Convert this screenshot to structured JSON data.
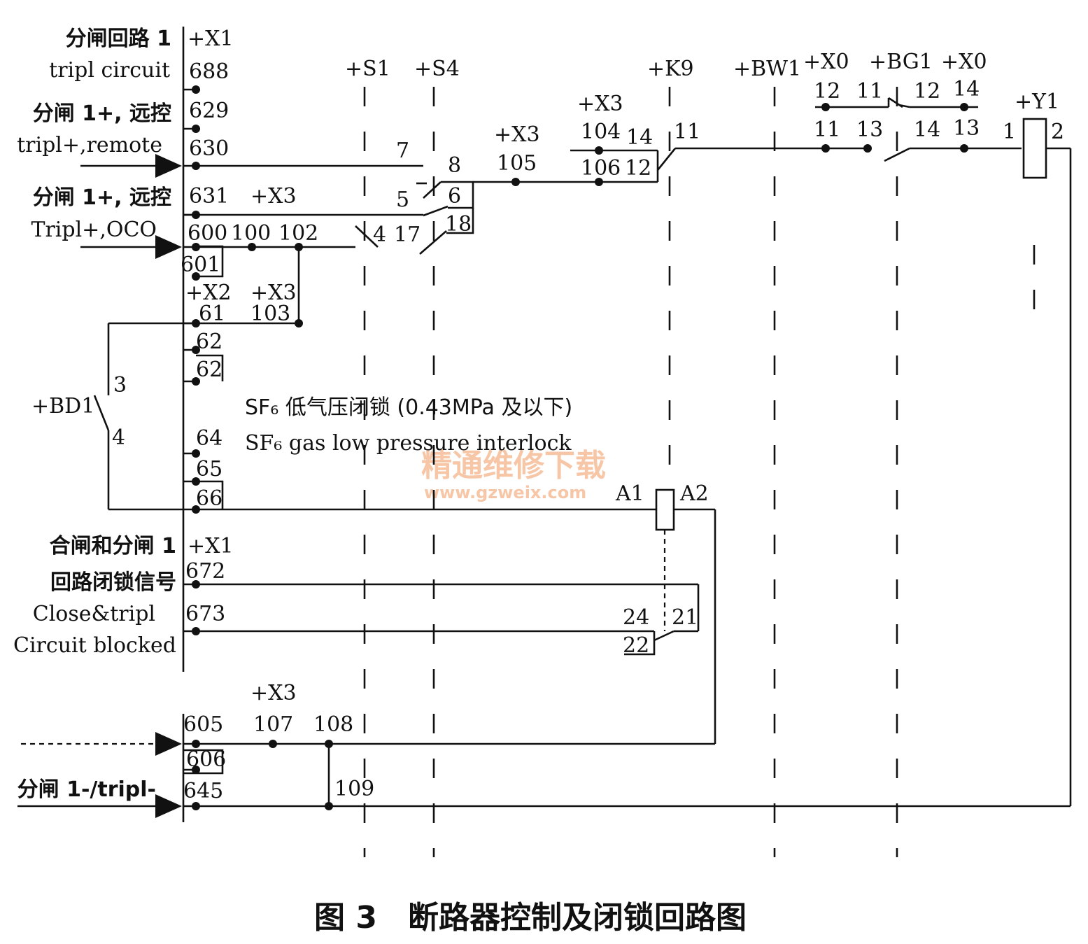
{
  "title": "图 3　断路器控制及闭锁回路图",
  "watermark": {
    "cn": "精通维修下载",
    "url": "www.gzweix.com"
  },
  "left_labels": [
    {
      "id": "trip1-cn",
      "text": "分闸回路 1"
    },
    {
      "id": "trip1-en",
      "text": "tripl circuit"
    },
    {
      "id": "trip1p-remote-cn",
      "text": "分闸 1+, 远控"
    },
    {
      "id": "trip1p-remote-en",
      "text": "tripl+,remote"
    },
    {
      "id": "trip1p-oco-cn",
      "text": "分闸 1+, 远控"
    },
    {
      "id": "trip1p-oco-en",
      "text": "Tripl+,OCO"
    },
    {
      "id": "blocked-cn-1",
      "text": "合闸和分闸 1"
    },
    {
      "id": "blocked-cn-2",
      "text": "回路闭锁信号"
    },
    {
      "id": "blocked-en-1",
      "text": "Close&tripl"
    },
    {
      "id": "blocked-en-2",
      "text": "Circuit blocked"
    },
    {
      "id": "trip1-minus",
      "text": "分闸 1-/tripl-"
    }
  ],
  "sf6_note": {
    "cn": "SF₆ 低气压闭锁 (0.43MPa 及以下)",
    "en": "SF₆ gas low pressure interlock"
  },
  "devices": {
    "x1_top": "+X1",
    "x1_mid": "+X1",
    "x2": "+X2",
    "x3_a": "+X3",
    "x3_b": "+X3",
    "x3_c": "+X3",
    "x3_d": "+X3",
    "x3_e": "+X3",
    "s1": "+S1",
    "s4": "+S4",
    "k9": "+K9",
    "bw1": "+BW1",
    "x0_a": "+X0",
    "bg1": "+BG1",
    "x0_b": "+X0",
    "y1": "+Y1",
    "bd1": "+BD1"
  },
  "terminals": {
    "t688": "688",
    "t629": "629",
    "t630": "630",
    "t631": "631",
    "t600": "600",
    "t601": "601",
    "t61": "61",
    "t62a": "62",
    "t62b": "62",
    "t64": "64",
    "t65": "65",
    "t66": "66",
    "t672": "672",
    "t673": "673",
    "t605": "605",
    "t606": "606",
    "t645": "645",
    "t100": "100",
    "t102": "102",
    "t103": "103",
    "t105": "105",
    "t104": "104",
    "t106": "106",
    "t107": "107",
    "t108": "108",
    "t109": "109"
  },
  "contacts": {
    "s1_7": "7",
    "s1_5": "5",
    "s1_4": "4",
    "s4_8": "8",
    "s4_6": "6",
    "s4_17": "17",
    "s4_18": "18",
    "k9_14": "14",
    "k9_12": "12",
    "k9_11": "11",
    "x0_12": "12",
    "x0_11": "11",
    "bg1_11": "11",
    "bg1_13": "13",
    "x0b_12": "12",
    "x0b_14": "14",
    "bg1_14": "14",
    "x0b_13": "13",
    "y1_1": "1",
    "y1_2": "2",
    "bd1_3": "3",
    "bd1_4": "4",
    "a1": "A1",
    "a2": "A2",
    "r24": "24",
    "r21": "21",
    "r22": "22"
  }
}
